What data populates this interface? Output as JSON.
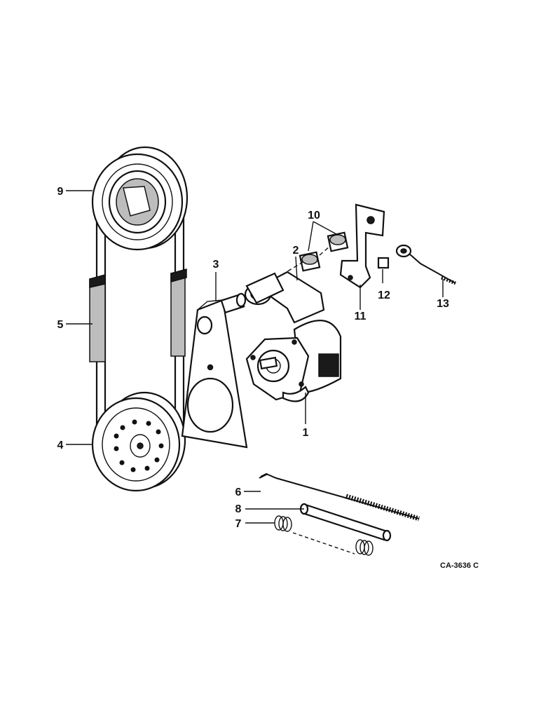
{
  "callouts": [
    {
      "id": "c1",
      "label": "1"
    },
    {
      "id": "c2",
      "label": "2"
    },
    {
      "id": "c3",
      "label": "3"
    },
    {
      "id": "c4",
      "label": "4"
    },
    {
      "id": "c5",
      "label": "5"
    },
    {
      "id": "c6",
      "label": "6"
    },
    {
      "id": "c7",
      "label": "7"
    },
    {
      "id": "c8",
      "label": "8"
    },
    {
      "id": "c9",
      "label": "9"
    },
    {
      "id": "c10",
      "label": "10"
    },
    {
      "id": "c11",
      "label": "11"
    },
    {
      "id": "c12",
      "label": "12"
    },
    {
      "id": "c13",
      "label": "13"
    }
  ],
  "figure_code": "CA-3636 C"
}
